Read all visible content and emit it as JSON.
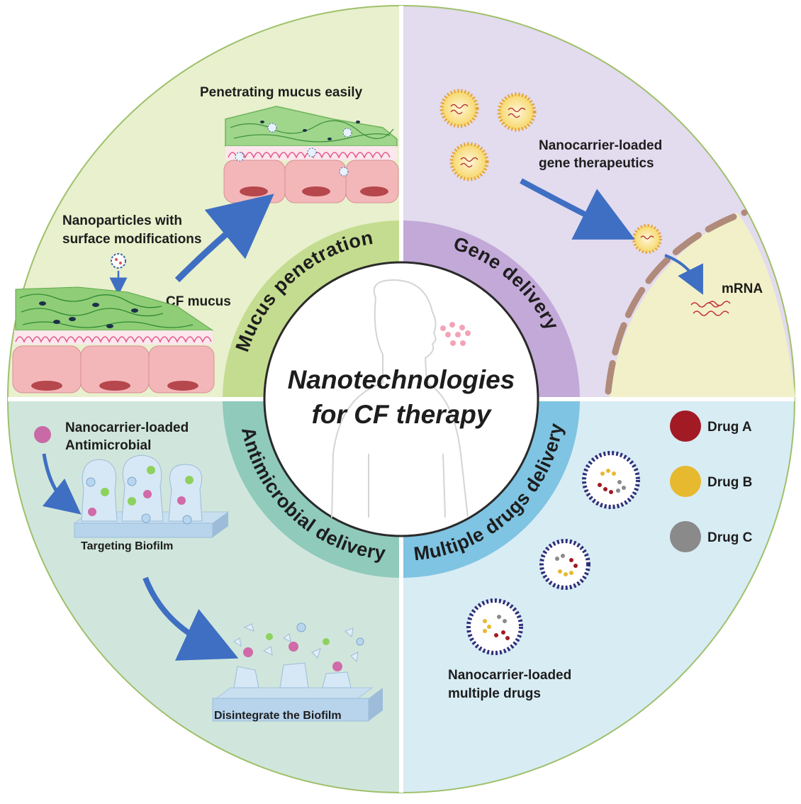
{
  "center": {
    "line1": "Nanotechnologies",
    "line2": "for CF therapy"
  },
  "ring": {
    "mucus": "Mucus penetration",
    "gene": "Gene delivery",
    "antimicrobial": "Antimicrobial delivery",
    "multiple": "Multiple drugs delivery"
  },
  "mucus": {
    "top_label": "Penetrating mucus easily",
    "np_label_line1": "Nanoparticles with",
    "np_label_line2": "surface modifications",
    "cf_label": "CF mucus"
  },
  "gene": {
    "label_line1": "Nanocarrier-loaded",
    "label_line2": "gene therapeutics",
    "mrna": "mRNA"
  },
  "antimicrobial": {
    "label_line1": "Nanocarrier-loaded",
    "label_line2": "Antimicrobial",
    "targeting": "Targeting Biofilm",
    "disintegrate": "Disintegrate the Biofilm"
  },
  "multiple": {
    "drug_a": "Drug A",
    "drug_b": "Drug B",
    "drug_c": "Drug C",
    "label_line1": "Nanocarrier-loaded",
    "label_line2": "multiple drugs"
  },
  "colors": {
    "green_quadrant": "#e6efc9",
    "purple_quadrant": "#e4dcef",
    "teal_quadrant": "#cfe6dc",
    "blue_quadrant": "#d6ebf3",
    "drug_a": "#a11a24",
    "drug_b": "#e6b92f",
    "drug_c": "#8a8a8a",
    "arrow": "#3f6fc2"
  },
  "icons": [
    "arrow-icon",
    "nanoparticle-icon",
    "liposome-icon",
    "drug-dot-icon",
    "human-silhouette-icon"
  ]
}
